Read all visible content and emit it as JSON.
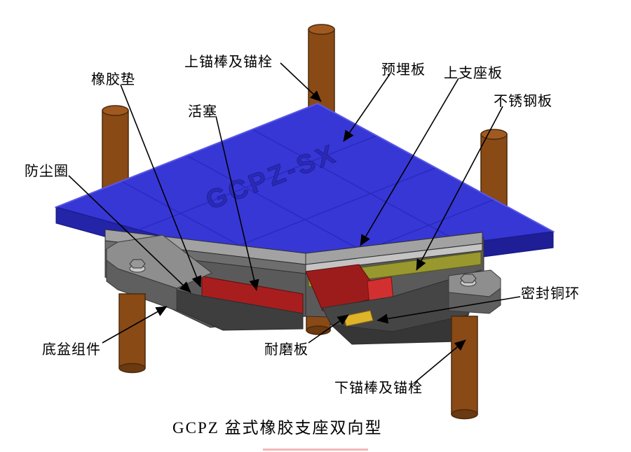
{
  "caption": "GCPZ 盆式橡胶支座双向型",
  "plate_text": "GCPZ-SX",
  "colors": {
    "plate_top": "#3737d6",
    "plate_side": "#2424a8",
    "plate_side2": "#1e1e96",
    "plate_line": "#2a2ac0",
    "rod": "#8a4a16",
    "rod_top": "#a05a20",
    "rubber": "#a81e1e",
    "rubber_bright": "#d23030",
    "steel": "#98982e",
    "seal": "#e0b42a",
    "pot_light": "#a2a2a2",
    "pot_mid": "#5a5a5a",
    "pot_dark": "#3e3e3e",
    "arrow": "#000000"
  },
  "labels": [
    {
      "text": "上锚棒及锚栓"
    },
    {
      "text": "橡胶垫"
    },
    {
      "text": "活塞"
    },
    {
      "text": "预埋板"
    },
    {
      "text": "上支座板"
    },
    {
      "text": "不锈钢板"
    },
    {
      "text": "防尘圈"
    },
    {
      "text": "密封铜环"
    },
    {
      "text": "底盆组件"
    },
    {
      "text": "耐磨板"
    },
    {
      "text": "下锚棒及锚栓"
    }
  ]
}
